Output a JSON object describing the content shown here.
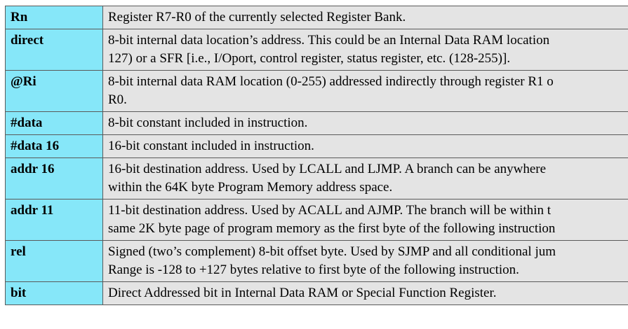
{
  "colors": {
    "term_cell": "#86e7f9",
    "description_cell": "#e4e4e4",
    "border": "#5a5a5a"
  },
  "rows": [
    {
      "term": "Rn",
      "lines": [
        "Register R7-R0 of the currently selected Register Bank."
      ]
    },
    {
      "term": "direct",
      "lines": [
        "8-bit internal data location’s address. This could be an Internal Data RAM location",
        "127) or a SFR [i.e., I/Oport, control register, status register, etc. (128-255)]."
      ]
    },
    {
      "term": "@Ri",
      "lines": [
        "8-bit internal data RAM location (0-255) addressed indirectly through register R1 o",
        "R0."
      ]
    },
    {
      "term": "#data",
      "lines": [
        "8-bit constant included in instruction."
      ]
    },
    {
      "term": "#data 16",
      "lines": [
        "16-bit constant included in instruction."
      ]
    },
    {
      "term": "addr 16",
      "lines": [
        "16-bit destination address. Used by LCALL and LJMP. A branch can be anywhere",
        "within the 64K byte Program Memory address space."
      ]
    },
    {
      "term": "addr 11",
      "lines": [
        "11-bit destination address. Used by ACALL and AJMP. The branch will be within t",
        "same 2K byte page of program memory as the first byte of the following instruction"
      ]
    },
    {
      "term": "rel",
      "lines": [
        "Signed (two’s complement) 8-bit offset byte. Used by SJMP and all conditional jum",
        "Range is -128 to +127 bytes relative to first byte of the following instruction."
      ]
    },
    {
      "term": "bit",
      "lines": [
        "Direct Addressed bit in Internal Data RAM or Special Function Register."
      ]
    }
  ]
}
